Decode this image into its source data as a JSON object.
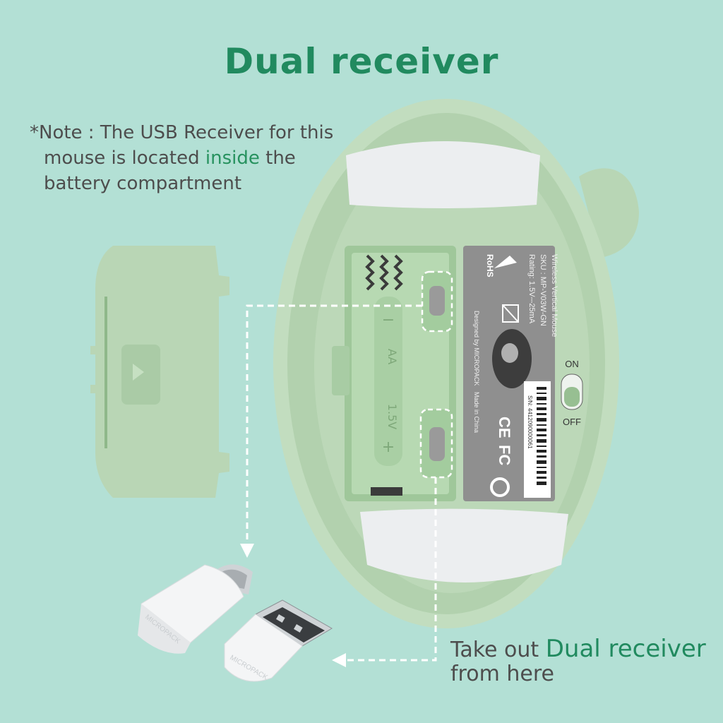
{
  "heading": "Dual receiver",
  "note": {
    "prefix": "*Note : The USB Receiver for this",
    "line2_pre": "mouse is located ",
    "highlight": "inside",
    "line2_post": " the",
    "line3": "battery compartment"
  },
  "callout": {
    "line1_pre": "Take out ",
    "highlight": "Dual receiver",
    "line2": "from here"
  },
  "label": {
    "product": "Wireless Vertical Mouse",
    "sku": "SKU : MP-V03W-GN",
    "rating": "Rating: 1.5V⎓25mA",
    "designed": "Designed by MICROPACK",
    "made": "Made in China",
    "rohs": "RoHS",
    "sn": "S/N: 4412090000061"
  },
  "switch": {
    "on": "ON",
    "off": "OFF"
  },
  "battery": {
    "size": "AA",
    "voltage": "1.5V",
    "plus": "+",
    "minus": "−"
  },
  "receivers": {
    "brand": "MICROPACK"
  },
  "colors": {
    "background": "#b3e0d5",
    "accent": "#218a5f",
    "mouse_body": "#c2ddbf"
  }
}
